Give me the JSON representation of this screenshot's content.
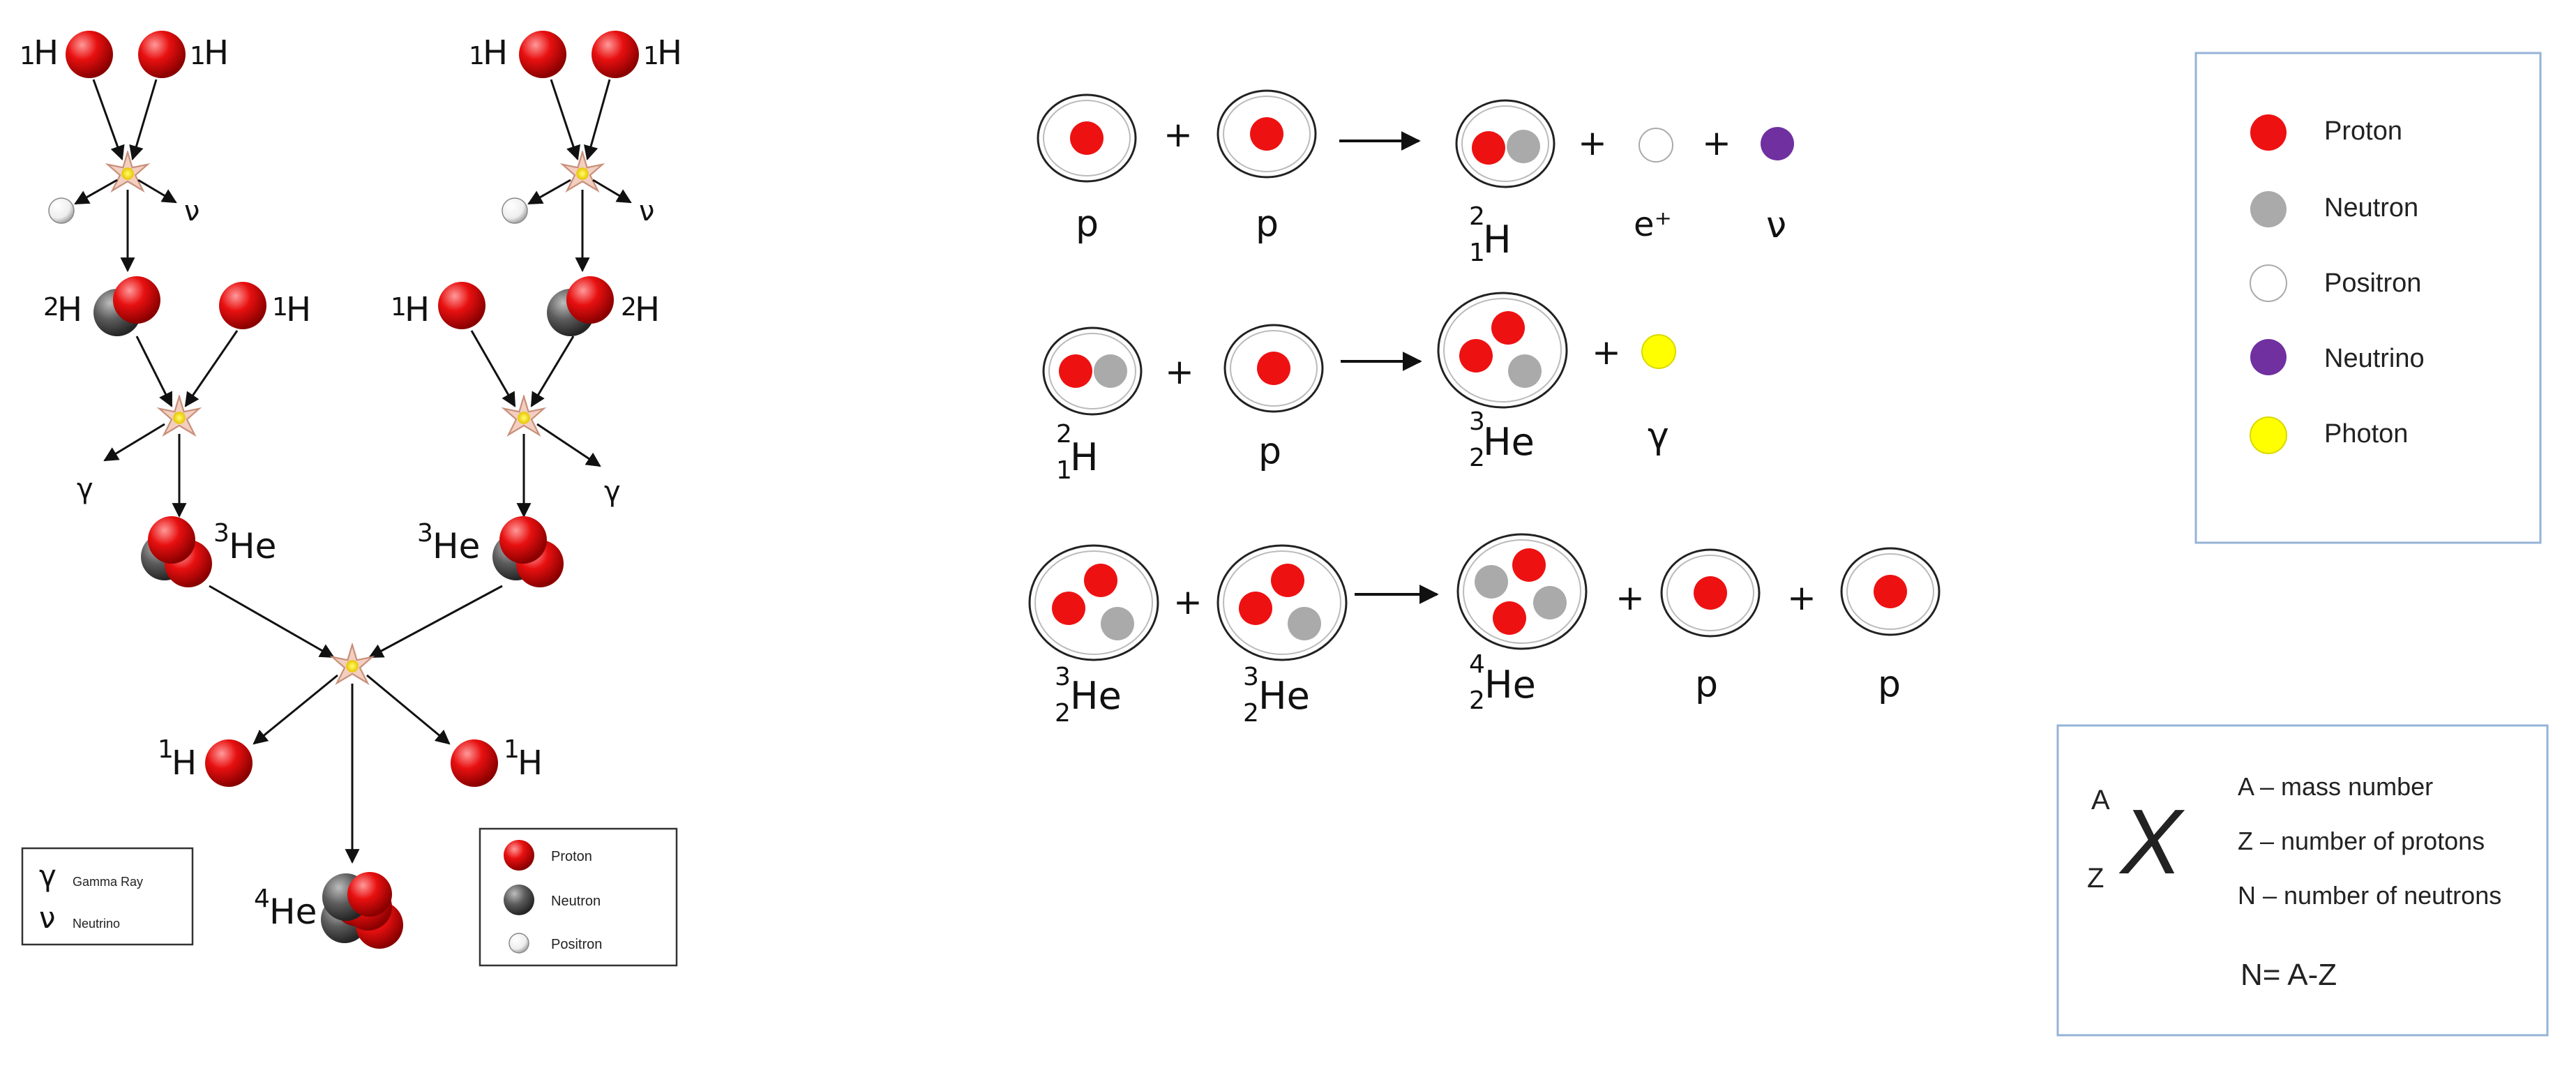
{
  "chain": {
    "h1": "H",
    "h1_mass": "1",
    "h2": "H",
    "h2_mass": "2",
    "he3": "He",
    "he3_mass": "3",
    "he4": "He",
    "he4_mass": "4",
    "gamma": "γ",
    "nu": "ν"
  },
  "left_key": {
    "gamma_symbol": "γ",
    "gamma_label": "Gamma Ray",
    "nu_symbol": "ν",
    "nu_label": "Neutrino"
  },
  "left_legend": {
    "proton": "Proton",
    "neutron": "Neutron",
    "positron": "Positron"
  },
  "reactions": {
    "plus": "+",
    "r1": {
      "a": "p",
      "b": "p",
      "prod_sym": "H",
      "prod_A": "2",
      "prod_Z": "1",
      "e_plus": "e⁺",
      "nu": "ν"
    },
    "r2": {
      "a_sym": "H",
      "a_A": "2",
      "a_Z": "1",
      "b": "p",
      "prod_sym": "He",
      "prod_A": "3",
      "prod_Z": "2",
      "gamma": "γ"
    },
    "r3": {
      "a_sym": "He",
      "a_A": "3",
      "a_Z": "2",
      "b_sym": "He",
      "b_A": "3",
      "b_Z": "2",
      "prod_sym": "He",
      "prod_A": "4",
      "prod_Z": "2",
      "p1": "p",
      "p2": "p"
    }
  },
  "legend": {
    "proton": "Proton",
    "neutron": "Neutron",
    "positron": "Positron",
    "neutrino": "Neutrino",
    "photon": "Photon"
  },
  "notation": {
    "A": "A",
    "Z": "Z",
    "X": "X",
    "mass": "A – mass number",
    "protons": "Z – number of protons",
    "neutrons": "N – number of neutrons",
    "formula": "N= A-Z"
  },
  "colors": {
    "proton": "#ee1111",
    "neutron": "#aaaaaa",
    "neutron_dark": "#555555",
    "neutrino": "#7030a0",
    "photon": "#ffff00",
    "box_border": "#95b3d7"
  }
}
